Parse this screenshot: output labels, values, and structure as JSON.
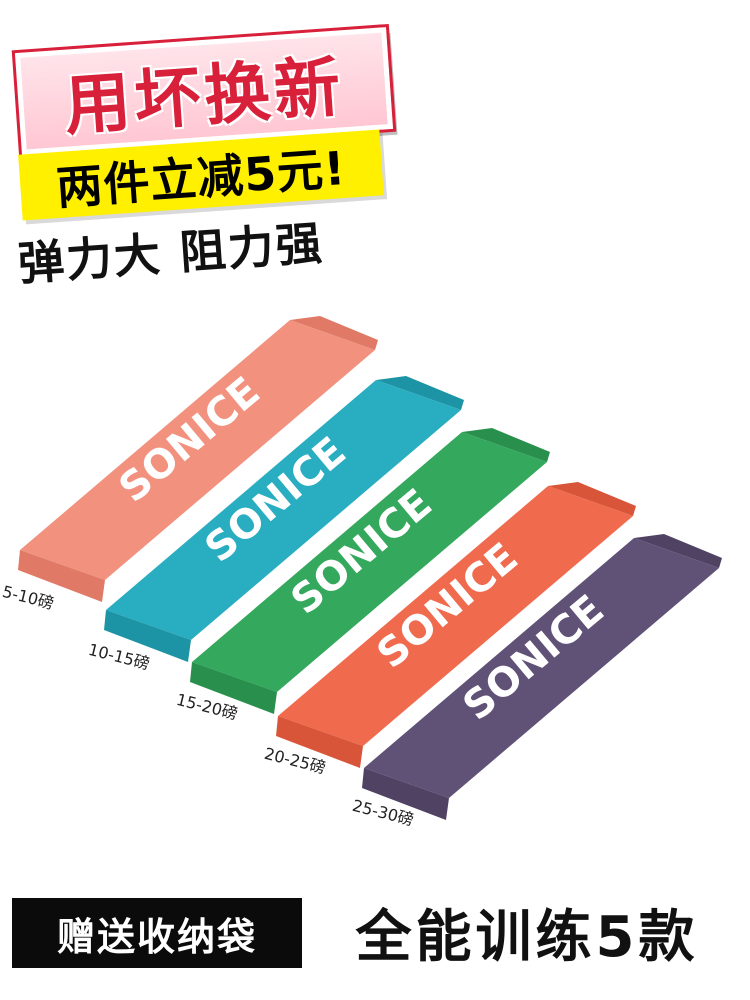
{
  "headline": "用坏换新",
  "promo": "两件立减5元!",
  "tagline": "弹力大 阻力强",
  "brand": "SONICE",
  "bands": [
    {
      "label": "5-10磅",
      "color": "#f2917e",
      "shade": "#e07a67"
    },
    {
      "label": "10-15磅",
      "color": "#29adc0",
      "shade": "#1d94a6"
    },
    {
      "label": "15-20磅",
      "color": "#34a85c",
      "shade": "#28904c"
    },
    {
      "label": "20-25磅",
      "color": "#f06a4e",
      "shade": "#d9553a"
    },
    {
      "label": "25-30磅",
      "color": "#605277",
      "shade": "#4f4263"
    }
  ],
  "footer": {
    "left": "赠送收纳袋",
    "right": "全能训练5款"
  }
}
